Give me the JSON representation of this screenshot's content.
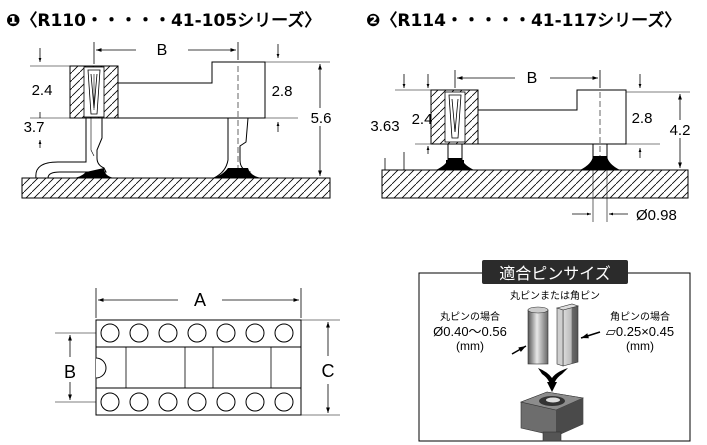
{
  "titles": {
    "series1": "❶〈R110・・・・・41-105シリーズ〉",
    "series2": "❷〈R114・・・・・41-117シリーズ〉"
  },
  "diagram1": {
    "dim_b": "B",
    "dim_2_4": "2.4",
    "dim_2_8": "2.8",
    "dim_3_7": "3.7",
    "dim_5_6": "5.6"
  },
  "diagram2": {
    "dim_b": "B",
    "dim_3_63": "3.63",
    "dim_2_4": "2.4",
    "dim_2_8": "2.8",
    "dim_4_2": "4.2",
    "dim_dia": "Ø0.98"
  },
  "socket": {
    "dim_a": "A",
    "dim_b": "B",
    "dim_c": "C"
  },
  "pin_panel": {
    "title": "適合ピンサイズ",
    "subtitle": "丸ピンまたは角ピン",
    "round_label": "丸ピンの場合",
    "round_size": "Ø0.40〜0.56",
    "round_unit": "(mm)",
    "square_label": "角ピンの場合",
    "square_size": "▱0.25×0.45",
    "square_unit": "(mm)"
  },
  "colors": {
    "panel_title_bg": "#2b2b2b",
    "pin_dark": "#4a4a4a",
    "socket_gray": "#777777"
  }
}
